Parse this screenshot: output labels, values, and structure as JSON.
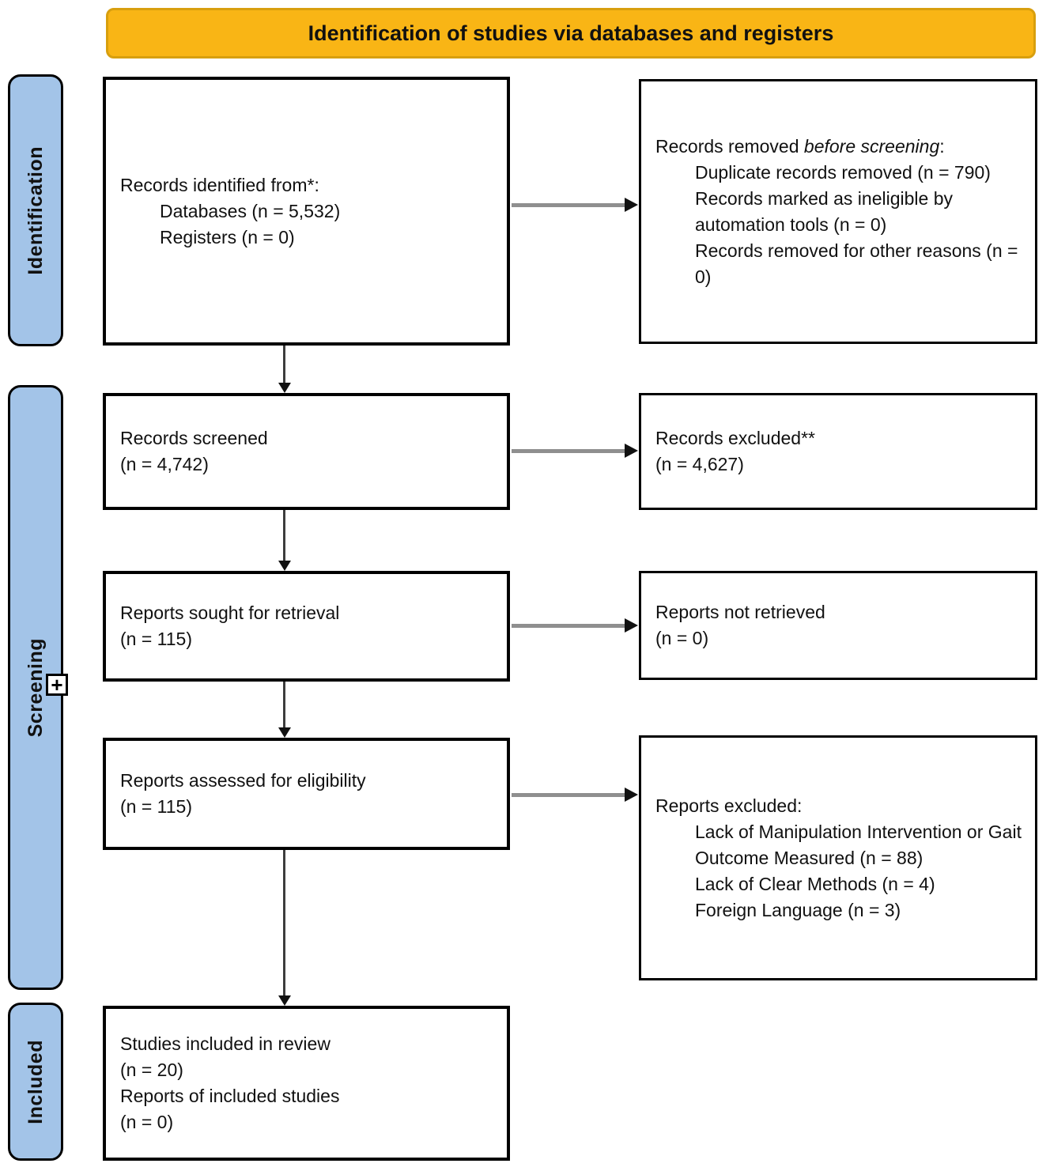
{
  "banner": {
    "label": "Identification of studies via databases and registers"
  },
  "stages": {
    "identification": "Identification",
    "screening": "Screening",
    "included": "Included"
  },
  "boxes": {
    "identified": {
      "title": "Records identified from*:",
      "items": [
        "Databases (n = 5,532)",
        "Registers (n = 0)"
      ]
    },
    "removed": {
      "title_prefix": "Records removed ",
      "title_italic": "before screening",
      "title_suffix": ":",
      "items": [
        "Duplicate records removed (n = 790)",
        "Records marked as ineligible by automation tools (n = 0)",
        "Records removed for other reasons (n = 0)"
      ]
    },
    "screened": {
      "lines": [
        "Records screened",
        "(n = 4,742)"
      ]
    },
    "excluded": {
      "lines": [
        "Records excluded**",
        "(n = 4,627)"
      ]
    },
    "sought": {
      "lines": [
        "Reports sought for retrieval",
        "(n = 115)"
      ]
    },
    "not_retrieved": {
      "lines": [
        "Reports not retrieved",
        "(n = 0)"
      ]
    },
    "assessed": {
      "lines": [
        "Reports assessed for eligibility",
        "(n = 115)"
      ]
    },
    "reports_excluded": {
      "title": "Reports excluded:",
      "items": [
        "Lack of Manipulation Intervention or Gait Outcome Measured (n = 88)",
        "Lack of Clear Methods (n = 4)",
        "Foreign Language (n = 3)"
      ]
    },
    "included_box": {
      "lines": [
        "Studies included in review",
        "(n = 20)",
        "Reports of included studies",
        "(n = 0)"
      ]
    }
  },
  "cursor": {
    "plus_label": "+"
  },
  "colors": {
    "banner_bg": "#F9B515",
    "banner_border": "#D89F0E",
    "stage_bg": "#A3C4E8",
    "box_border": "#000000",
    "arrow_line": "#8f8f8f",
    "arrow_head": "#111111"
  }
}
